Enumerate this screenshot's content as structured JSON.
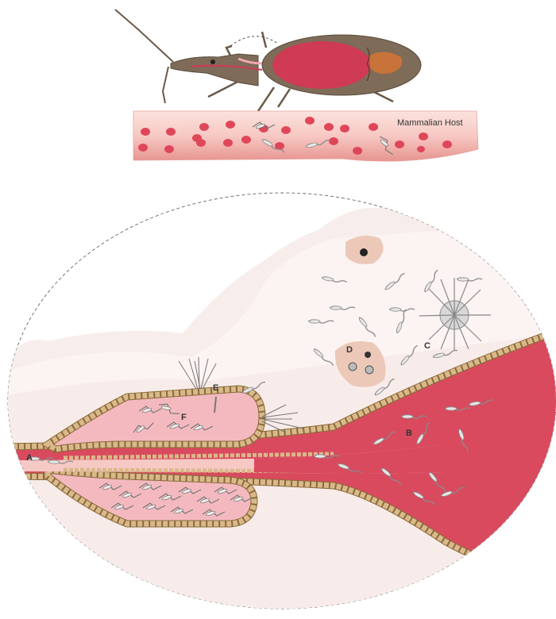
{
  "labels": {
    "host": "Mammalian Host",
    "a": "A",
    "b": "B",
    "c": "C",
    "d": "D",
    "e": "E",
    "f": "F"
  },
  "colors": {
    "blood": "#d94a5e",
    "blood_light": "#f4b3ba",
    "vessel": "#f6c9c5",
    "epithelium": "#d9b98a",
    "epithelium_edge": "#8a6a3a",
    "bug_body": "#7e6b58",
    "bug_abdomen": "#cf3b52",
    "tissue": "#f6ece8",
    "parasite": "#8a8a8a"
  },
  "icons": [
    "triatomine-bug-icon",
    "trypanosome-icon",
    "nurse-cell-icon"
  ]
}
